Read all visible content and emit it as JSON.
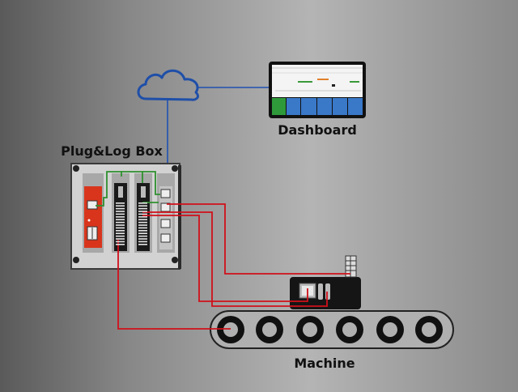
{
  "labels": {
    "plug_log_box": "Plug&Log Box",
    "dashboard": "Dashboard",
    "machine": "Machine"
  },
  "dashboard": {
    "tiles": [
      "",
      "",
      "",
      "",
      "",
      ""
    ]
  },
  "colors": {
    "cloud": "#1f4fa8",
    "network_line": "#2050b0",
    "signal_wire": "#d0101a",
    "bus_wire": "#2f8f2f",
    "controller": "#d8351c",
    "tile_green": "#2e9a3a",
    "tile_blue": "#3a78c8"
  },
  "icons": [
    "cloud-icon"
  ]
}
